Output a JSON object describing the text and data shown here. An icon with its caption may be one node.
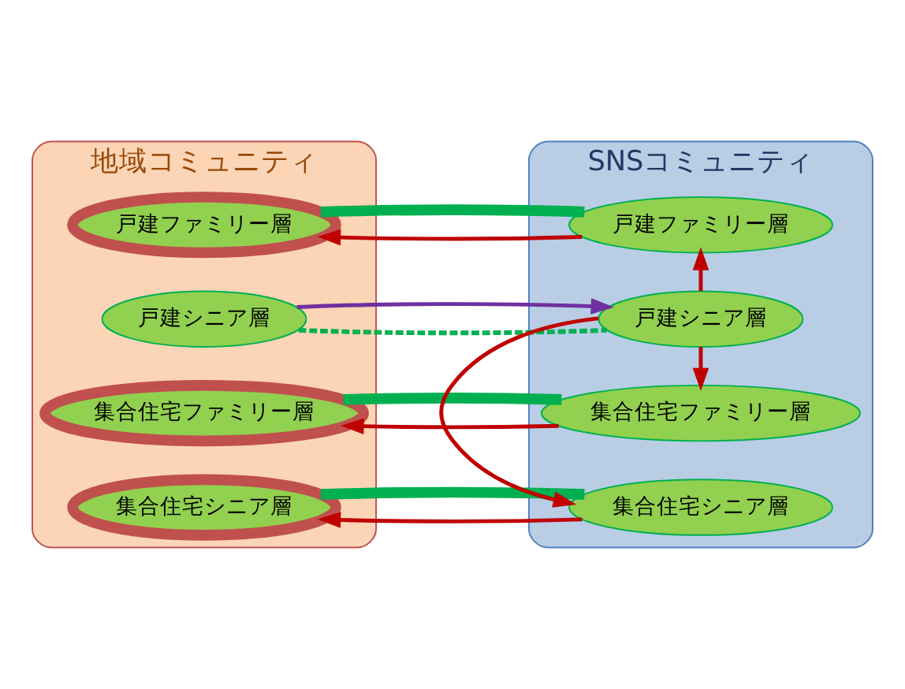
{
  "diagram": {
    "nodes": [
      {
        "text": [
          "地域コミュニティ"
        ]
      },
      {
        "text": [
          "戸建ファミリー層"
        ],
        "in": 0
      },
      {
        "text": [
          "戸建シニア層"
        ],
        "in": 0
      },
      {
        "text": [
          "集合住宅ファミリー層"
        ],
        "in": 0
      },
      {
        "text": [
          "集合住宅シニア層"
        ],
        "in": 0
      },
      {
        "text": [
          "SNSコミュニティ"
        ]
      },
      {
        "text": [
          "戸建ファミリー層"
        ],
        "in": 5
      },
      {
        "text": [
          "戸建シニア層"
        ],
        "in": 5
      },
      {
        "text": [
          "集合住宅ファミリー層"
        ],
        "in": 5
      },
      {
        "text": [
          "集合住宅シニア層"
        ],
        "in": 5
      }
    ],
    "edges": [
      {
        "from": 1,
        "to": 6,
        "arrow": "none",
        "style": "thick",
        "color": "#00b050"
      },
      {
        "from": 6,
        "to": 1,
        "arrow": "to"
      },
      {
        "from": 2,
        "to": 7,
        "arrow": "none",
        "style": "dashed",
        "color": "#00b050"
      },
      {
        "from": 2,
        "to": 7,
        "arrow": "to",
        "color": "#7030a0"
      },
      {
        "from": 7,
        "to": 6,
        "arrow": "to"
      },
      {
        "from": 7,
        "to": 8,
        "arrow": "to"
      },
      {
        "from": 3,
        "to": 8,
        "arrow": "none",
        "style": "thick",
        "color": "#00b050"
      },
      {
        "from": 8,
        "to": 3,
        "arrow": "to"
      },
      {
        "from": 4,
        "to": 9,
        "arrow": "none",
        "style": "thick",
        "color": "#00b050"
      },
      {
        "from": 9,
        "to": 4,
        "arrow": "to"
      },
      {
        "from": 7,
        "to": 9,
        "arrow": "to"
      }
    ]
  }
}
